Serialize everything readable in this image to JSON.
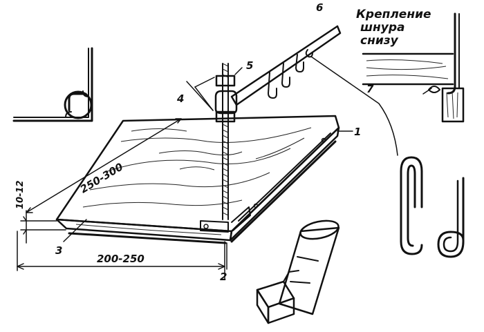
{
  "caption": {
    "line1": "Крепление",
    "line2": "шнура",
    "line3": "снизу"
  },
  "part_labels": {
    "p1": "1",
    "p2": "2",
    "p3": "3",
    "p4": "4",
    "p5": "5",
    "p6": "6",
    "p7": "7"
  },
  "dimensions": {
    "length": "250-300",
    "width": "200-250",
    "thickness": "10-12"
  }
}
